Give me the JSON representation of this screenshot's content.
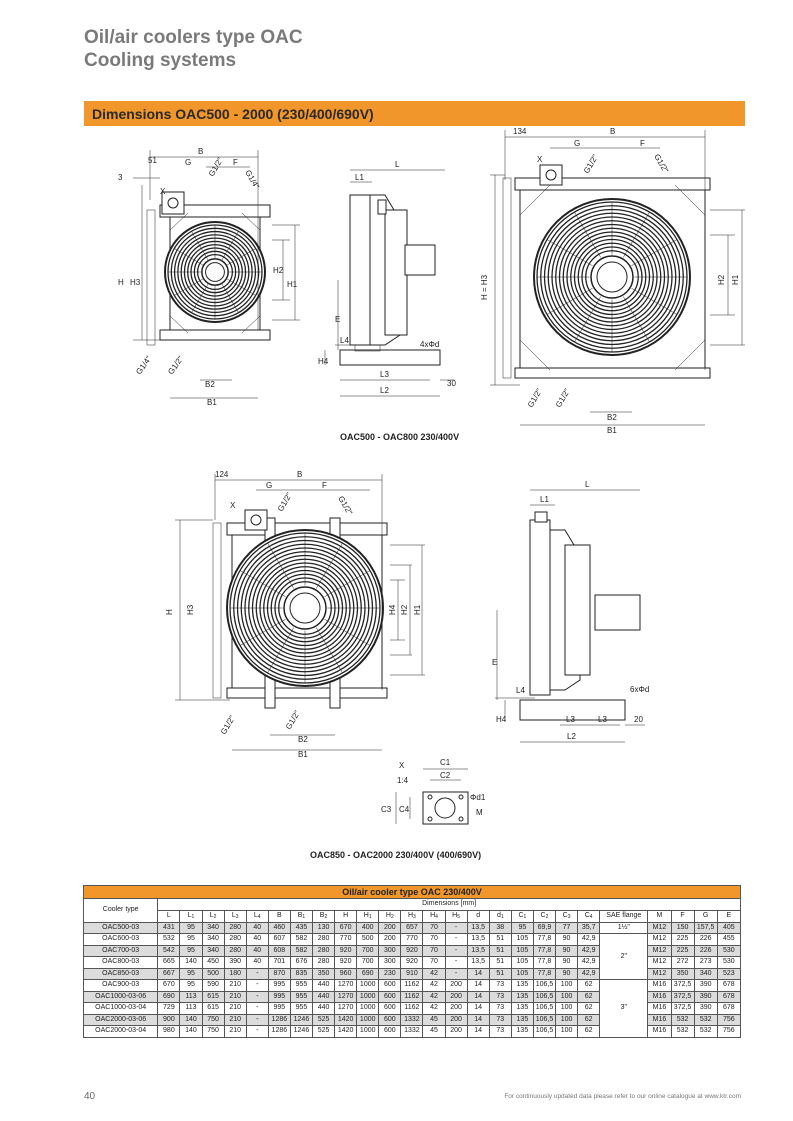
{
  "header": {
    "title_line1": "Oil/air coolers type OAC",
    "title_line2": "Cooling systems"
  },
  "section": {
    "title": "Dimensions OAC500 - 2000 (230/400/690V)"
  },
  "drawings": {
    "front_small": {
      "B": "B",
      "G": "G",
      "F": "F",
      "d51": "51",
      "d3": "3",
      "X": "X",
      "H": "H",
      "H3": "H3",
      "H2": "H2",
      "H1": "H1",
      "B2": "B2",
      "B1": "B1",
      "g12": "G1/2\"",
      "g14": "G1/4\"",
      "g12b": "G1/2\"",
      "g14b": "G1/4\""
    },
    "side_small": {
      "L": "L",
      "L1": "L1",
      "E": "E",
      "L4": "L4",
      "H4": "H4",
      "L3": "L3",
      "L2": "L2",
      "d30": "30",
      "holes": "4xΦd"
    },
    "front_large": {
      "d134": "134",
      "B": "B",
      "G": "G",
      "F": "F",
      "X": "X",
      "g12a": "G1/2\"",
      "g12b": "G1/2\"",
      "H": "H = H3",
      "H2": "H2",
      "H1": "H1",
      "B2": "B2",
      "B1": "B1",
      "g12c": "G1/2\"",
      "g12d": "G1/2\""
    },
    "caption1": "OAC500 - OAC800 230/400V",
    "front_big": {
      "d124": "124",
      "B": "B",
      "G": "G",
      "F": "F",
      "X": "X",
      "g12a": "G1/2\"",
      "g12b": "G1/2\"",
      "H": "H",
      "H3": "H3",
      "H4": "H4",
      "H2": "H2",
      "H1": "H1",
      "B2": "B2",
      "B1": "B1",
      "g12c": "G1/2\"",
      "g12d": "G1/2\""
    },
    "side_big": {
      "L": "L",
      "L1": "L1",
      "E": "E",
      "L4": "L4",
      "H4": "H4",
      "L3a": "L3",
      "L3b": "L3",
      "L2": "L2",
      "d20": "20",
      "holes": "6xΦd"
    },
    "detail_x": {
      "X": "X",
      "scale": "1:4",
      "C1": "C1",
      "C2": "C2",
      "C3": "C3",
      "C4": "C4",
      "d1": "Φd1",
      "M": "M"
    },
    "caption2": "OAC850 - OAC2000 230/400V (400/690V)"
  },
  "table": {
    "title": "Oil/air cooler type OAC 230/400V",
    "type_header": "Cooler type",
    "dims_header": "Dimensions [mm]",
    "columns": [
      "L",
      "L1",
      "L2",
      "L3",
      "L4",
      "B",
      "B1",
      "B2",
      "H",
      "H1",
      "H2",
      "H3",
      "H4",
      "H5",
      "d",
      "d1",
      "C1",
      "C2",
      "C3",
      "C4",
      "SAE flange",
      "M",
      "F",
      "G",
      "E"
    ],
    "rows": [
      {
        "type": "OAC500-03",
        "v1": [
          "431",
          "95",
          "340",
          "280",
          "40",
          "460",
          "435",
          "130",
          "670",
          "400",
          "200",
          "657",
          "70",
          "-",
          "13,5",
          "38",
          "95",
          "69,9",
          "77",
          "35,7"
        ],
        "v2": [
          "M12",
          "150",
          "157,5",
          "405"
        ]
      },
      {
        "type": "OAC600-03",
        "v1": [
          "532",
          "95",
          "340",
          "280",
          "40",
          "607",
          "582",
          "280",
          "770",
          "500",
          "200",
          "770",
          "70",
          "-",
          "13,5",
          "51",
          "105",
          "77,8",
          "90",
          "42,9"
        ],
        "v2": [
          "M12",
          "225",
          "226",
          "455"
        ]
      },
      {
        "type": "OAC700-03",
        "v1": [
          "542",
          "95",
          "340",
          "280",
          "40",
          "608",
          "582",
          "280",
          "920",
          "700",
          "300",
          "920",
          "70",
          "-",
          "13,5",
          "51",
          "105",
          "77,8",
          "90",
          "42,9"
        ],
        "v2": [
          "M12",
          "225",
          "226",
          "530"
        ]
      },
      {
        "type": "OAC800-03",
        "v1": [
          "665",
          "140",
          "450",
          "390",
          "40",
          "701",
          "676",
          "280",
          "920",
          "700",
          "300",
          "920",
          "70",
          "-",
          "13,5",
          "51",
          "105",
          "77,8",
          "90",
          "42,9"
        ],
        "v2": [
          "M12",
          "272",
          "273",
          "530"
        ]
      },
      {
        "type": "OAC850-03",
        "v1": [
          "667",
          "95",
          "500",
          "180",
          "-",
          "870",
          "835",
          "350",
          "960",
          "690",
          "230",
          "910",
          "42",
          "-",
          "14",
          "51",
          "105",
          "77,8",
          "90",
          "42,9"
        ],
        "v2": [
          "M12",
          "350",
          "340",
          "523"
        ]
      },
      {
        "type": "OAC900-03",
        "v1": [
          "670",
          "95",
          "590",
          "210",
          "-",
          "995",
          "955",
          "440",
          "1270",
          "1000",
          "600",
          "1162",
          "42",
          "200",
          "14",
          "73",
          "135",
          "106,5",
          "100",
          "62"
        ],
        "v2": [
          "M16",
          "372,5",
          "390",
          "678"
        ]
      },
      {
        "type": "OAC1000-03-06",
        "v1": [
          "690",
          "113",
          "615",
          "210",
          "-",
          "995",
          "955",
          "440",
          "1270",
          "1000",
          "600",
          "1162",
          "42",
          "200",
          "14",
          "73",
          "135",
          "106,5",
          "100",
          "62"
        ],
        "v2": [
          "M16",
          "372,5",
          "390",
          "678"
        ]
      },
      {
        "type": "OAC1000-03-04",
        "v1": [
          "729",
          "113",
          "615",
          "210",
          "-",
          "995",
          "955",
          "440",
          "1270",
          "1000",
          "600",
          "1162",
          "42",
          "200",
          "14",
          "73",
          "135",
          "106,5",
          "100",
          "62"
        ],
        "v2": [
          "M16",
          "372,5",
          "390",
          "678"
        ]
      },
      {
        "type": "OAC2000-03-06",
        "v1": [
          "900",
          "140",
          "750",
          "210",
          "-",
          "1286",
          "1246",
          "525",
          "1420",
          "1000",
          "600",
          "1332",
          "45",
          "200",
          "14",
          "73",
          "135",
          "106,5",
          "100",
          "62"
        ],
        "v2": [
          "M16",
          "532",
          "532",
          "756"
        ]
      },
      {
        "type": "OAC2000-03-04",
        "v1": [
          "980",
          "140",
          "750",
          "210",
          "-",
          "1286",
          "1246",
          "525",
          "1420",
          "1000",
          "600",
          "1332",
          "45",
          "200",
          "14",
          "73",
          "135",
          "106,5",
          "100",
          "62"
        ],
        "v2": [
          "M16",
          "532",
          "532",
          "756"
        ]
      }
    ],
    "sae": [
      "1½\"",
      "2\"",
      "3\""
    ]
  },
  "footer": {
    "page": "40",
    "note": "For continuously updated data please refer to our online catalogue at www.ktr.com"
  },
  "colors": {
    "accent": "#f0962a",
    "title_gray": "#7a7a7a",
    "row_gray": "#dcdcdc"
  }
}
